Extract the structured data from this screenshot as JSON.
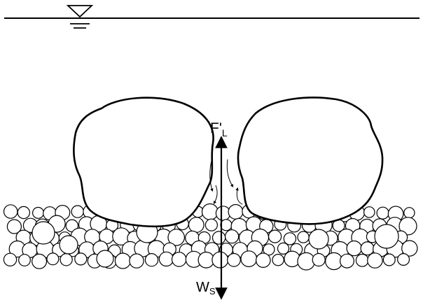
{
  "labels": {
    "lift_force": {
      "main": "F'",
      "sub": "L"
    },
    "weight": {
      "main": "W",
      "sub": "S"
    }
  },
  "colors": {
    "ink": "#000000",
    "fill": "#ffffff"
  }
}
